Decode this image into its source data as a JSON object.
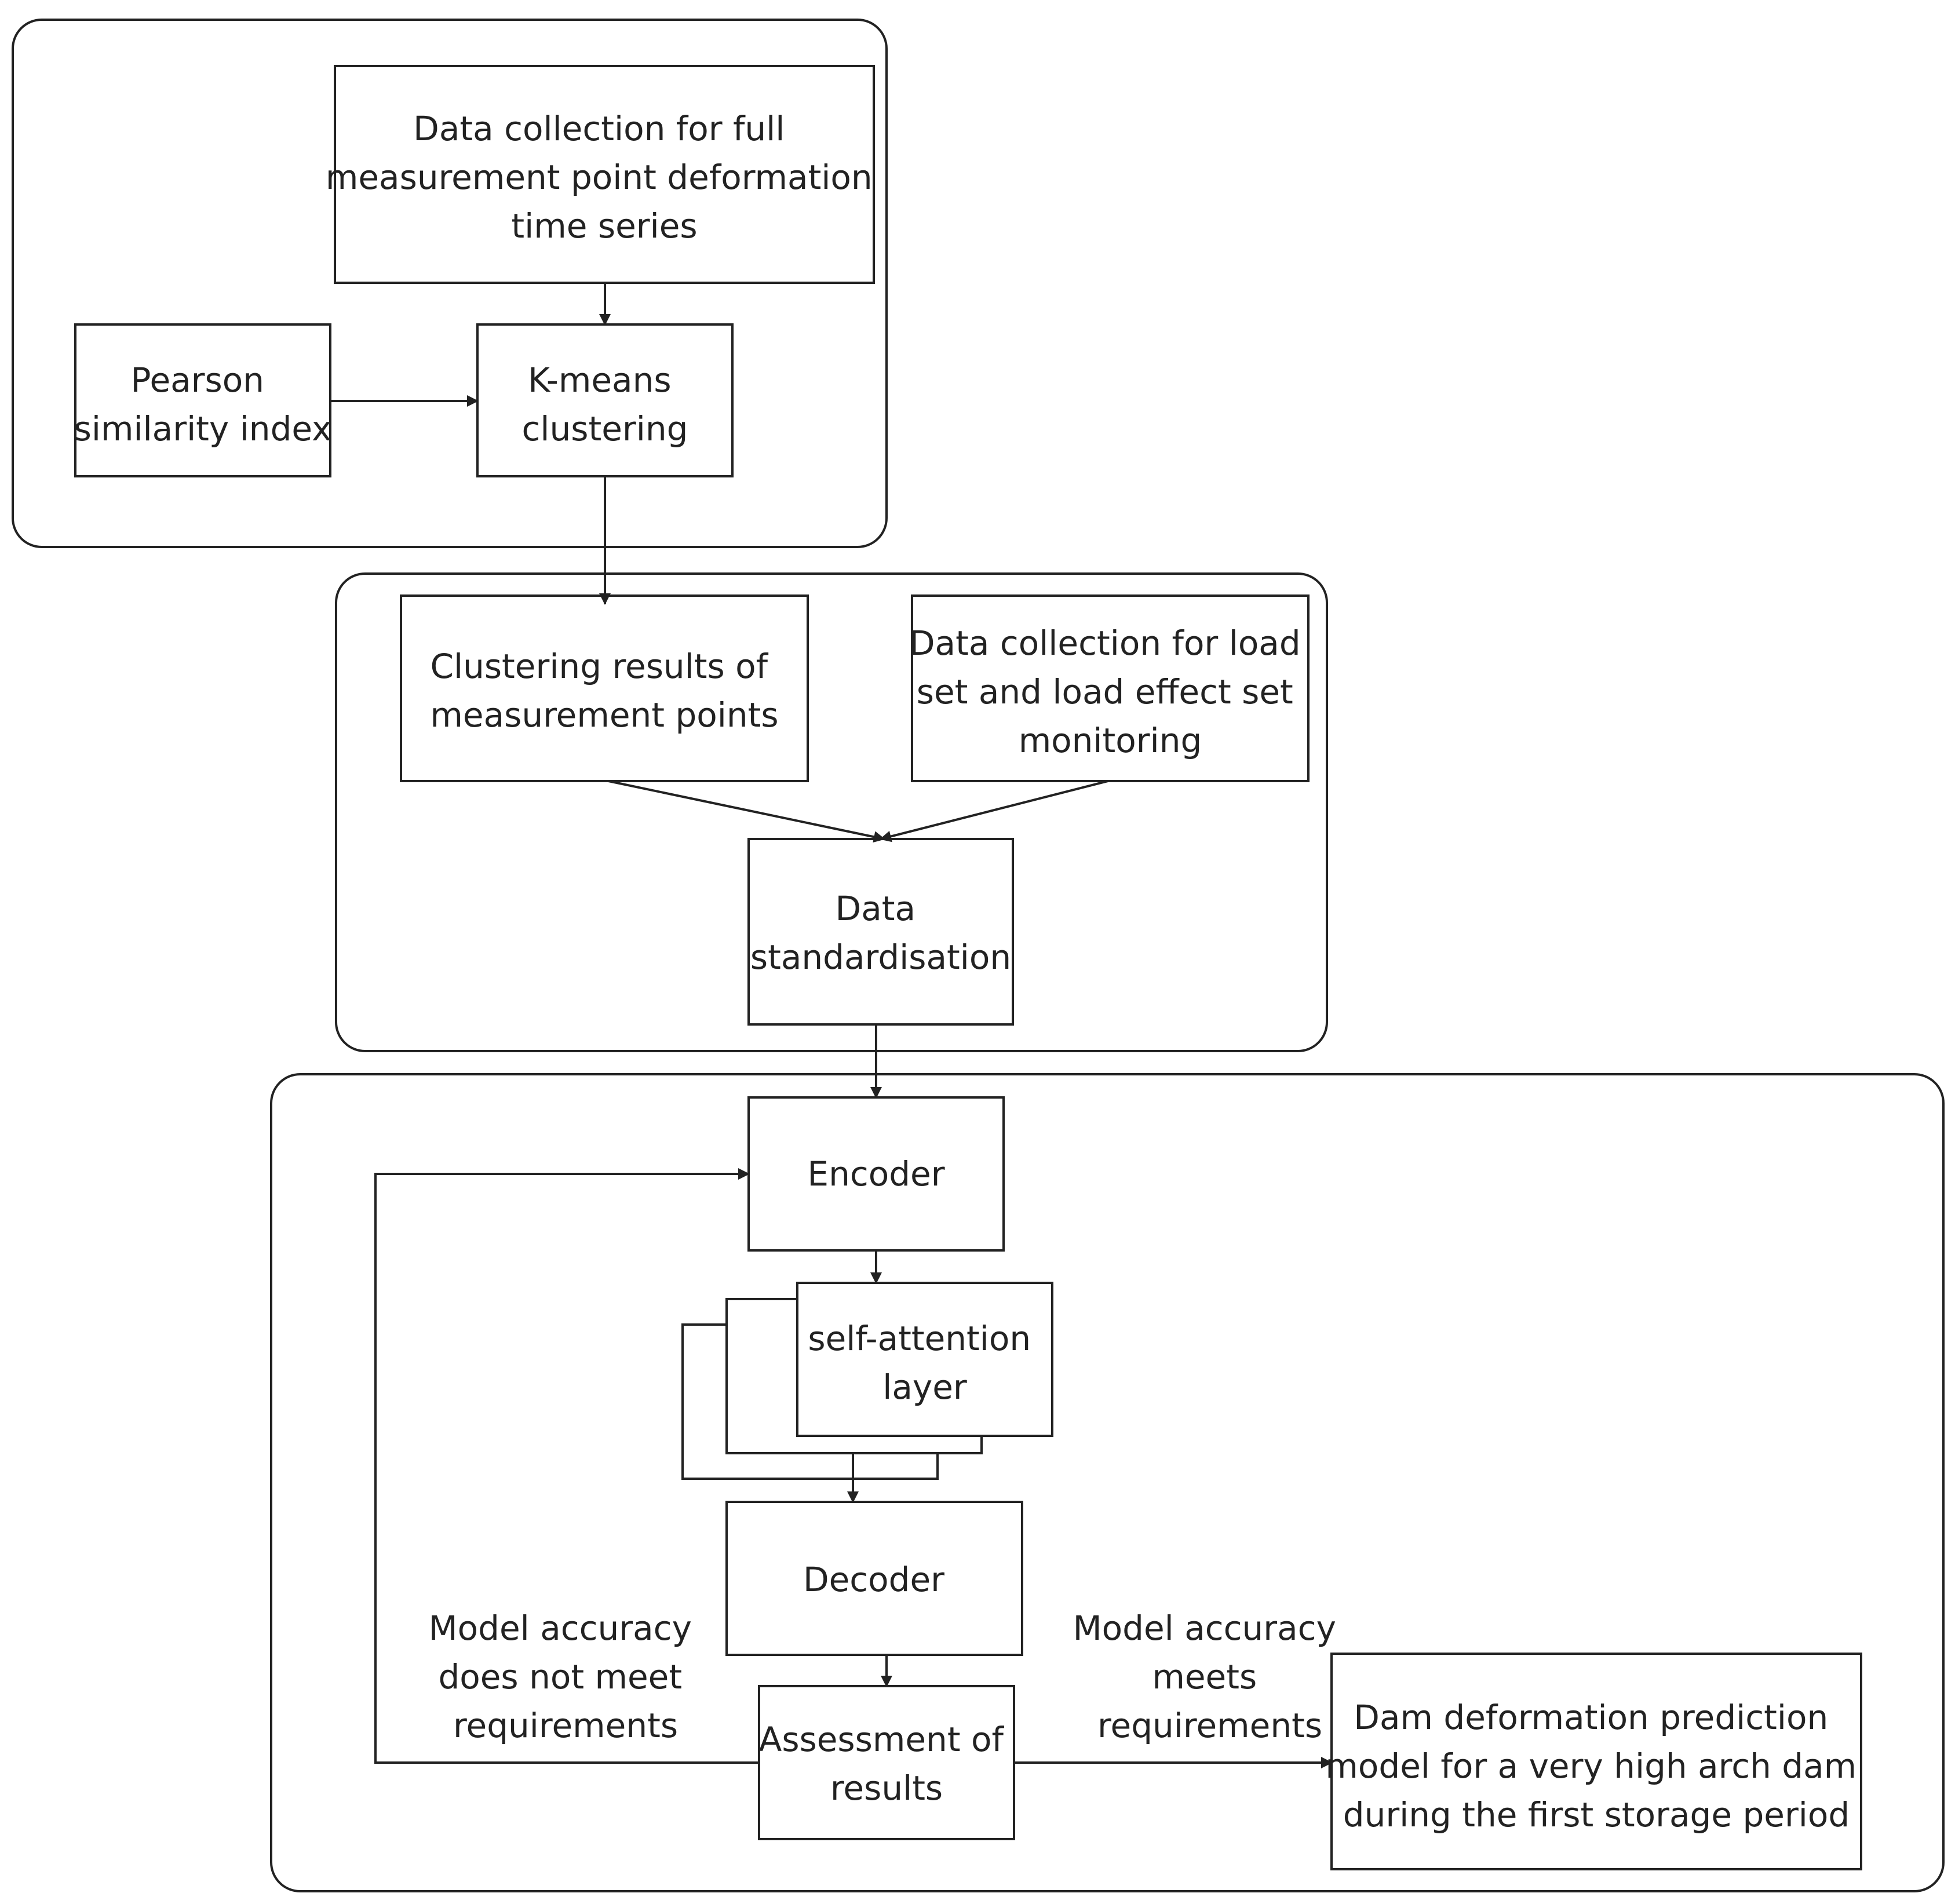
{
  "nodes": {
    "data_collection_full": [
      "Data collection for full",
      "measurement point deformation",
      "time series"
    ],
    "pearson": [
      "Pearson",
      "similarity index"
    ],
    "kmeans": [
      "K-means",
      "clustering"
    ],
    "clustering_results": [
      "Clustering results of",
      "measurement points"
    ],
    "load_data_collection": [
      "Data collection for load",
      "set and load effect set",
      "monitoring"
    ],
    "data_standardisation": [
      "Data",
      "standardisation"
    ],
    "encoder": [
      "Encoder"
    ],
    "self_attention": [
      "self-attention",
      "layer"
    ],
    "decoder": [
      "Decoder"
    ],
    "assessment": [
      "Assessment of",
      "results"
    ],
    "final_model": [
      "Dam deformation prediction",
      "model for a very high arch dam",
      "during the first storage period"
    ]
  },
  "edge_labels": {
    "not_meet": [
      "Model accuracy",
      "does not meet",
      "requirements"
    ],
    "meet": [
      "Model accuracy",
      "meets",
      "requirements"
    ]
  }
}
